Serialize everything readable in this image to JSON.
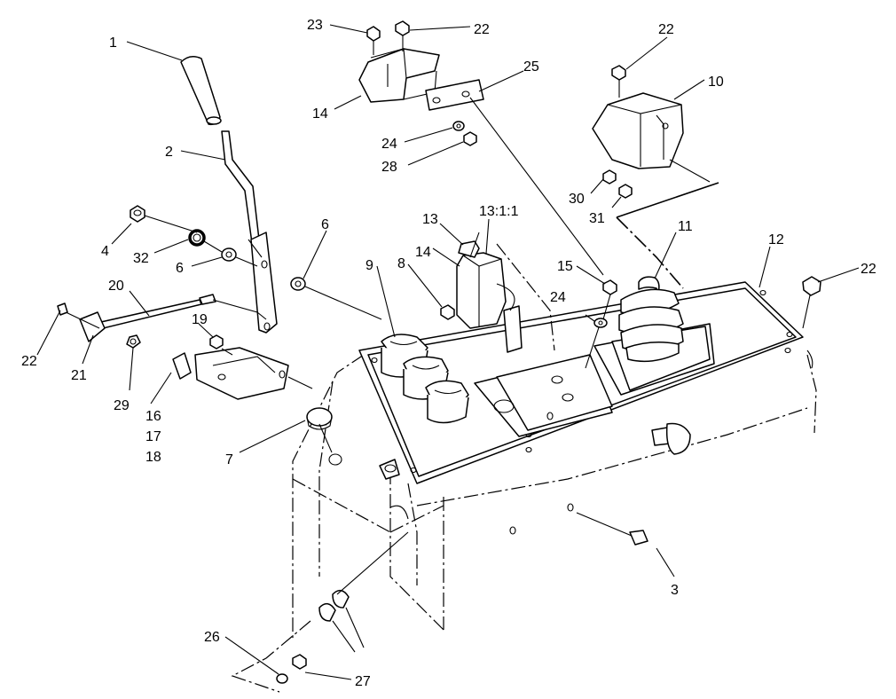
{
  "diagram": {
    "labels": [
      {
        "id": "c1",
        "text": "1"
      },
      {
        "id": "c2",
        "text": "2"
      },
      {
        "id": "c3",
        "text": "3"
      },
      {
        "id": "c4",
        "text": "4"
      },
      {
        "id": "c6a",
        "text": "6"
      },
      {
        "id": "c6b",
        "text": "6"
      },
      {
        "id": "c7",
        "text": "7"
      },
      {
        "id": "c8",
        "text": "8"
      },
      {
        "id": "c9",
        "text": "9"
      },
      {
        "id": "c10",
        "text": "10"
      },
      {
        "id": "c11",
        "text": "11"
      },
      {
        "id": "c12",
        "text": "12"
      },
      {
        "id": "c13",
        "text": "13"
      },
      {
        "id": "c13sub",
        "text": "13:1:1"
      },
      {
        "id": "c14a",
        "text": "14"
      },
      {
        "id": "c14b",
        "text": "14"
      },
      {
        "id": "c15",
        "text": "15"
      },
      {
        "id": "c16",
        "text": "16"
      },
      {
        "id": "c17",
        "text": "17"
      },
      {
        "id": "c18",
        "text": "18"
      },
      {
        "id": "c19",
        "text": "19"
      },
      {
        "id": "c20",
        "text": "20"
      },
      {
        "id": "c21",
        "text": "21"
      },
      {
        "id": "c22a",
        "text": "22"
      },
      {
        "id": "c22b",
        "text": "22"
      },
      {
        "id": "c22c",
        "text": "22"
      },
      {
        "id": "c22d",
        "text": "22"
      },
      {
        "id": "c23",
        "text": "23"
      },
      {
        "id": "c24a",
        "text": "24"
      },
      {
        "id": "c24b",
        "text": "24"
      },
      {
        "id": "c25",
        "text": "25"
      },
      {
        "id": "c26",
        "text": "26"
      },
      {
        "id": "c27",
        "text": "27"
      },
      {
        "id": "c28",
        "text": "28"
      },
      {
        "id": "c29",
        "text": "29"
      },
      {
        "id": "c30",
        "text": "30"
      },
      {
        "id": "c31",
        "text": "31"
      },
      {
        "id": "c32",
        "text": "32"
      }
    ]
  }
}
